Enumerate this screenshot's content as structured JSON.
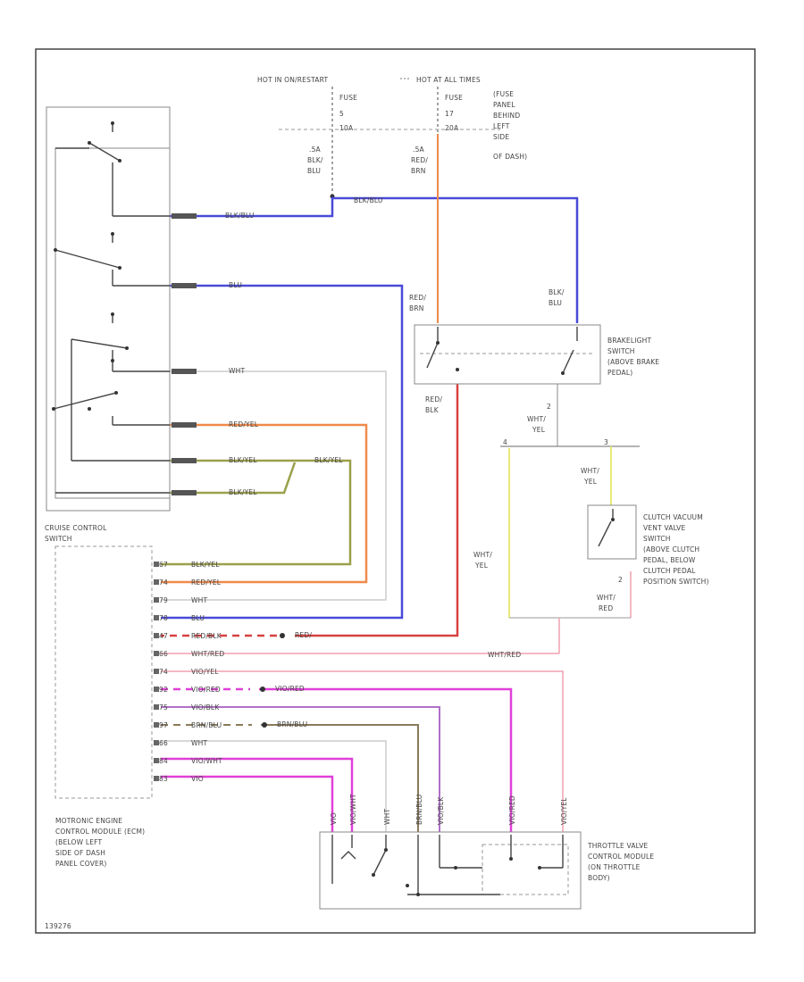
{
  "power": {
    "left_source": "HOT IN ON/RESTART",
    "right_source": "HOT AT ALL TIMES",
    "fuse_a": "FUSE",
    "fuse_a_num": "5",
    "fuse_a_amp": "10A",
    "fuse_b": "FUSE",
    "fuse_b_num": "17",
    "fuse_b_amp": "20A",
    "fuse_panel": [
      "(FUSE",
      "PANEL",
      "BEHIND",
      "LEFT",
      "SIDE",
      "OF DASH)"
    ]
  },
  "wires": {
    "w1_gauge": ".5A",
    "w1_color1": "BLK/",
    "w1_color2": "BLU",
    "w2_gauge": ".5A",
    "w2_color1": "RED/",
    "w2_color2": "BRN",
    "blk_blu": "BLK/BLU",
    "blu": "BLU",
    "wht": "WHT",
    "red_yel": "RED/YEL",
    "blk_yel_1": "BLK/YEL",
    "blk_yel_2": "BLK/YEL",
    "blk_yel_3": "BLK/YEL",
    "pin_label": "2",
    "red_brn_1": "RED/",
    "red_brn_2": "BRN",
    "blk_blu_sw_1": "BLK/",
    "blk_blu_sw_2": "BLU",
    "red_blk_1": "RED/",
    "red_blk_2": "BLK",
    "wht_yel_1": "WHT/",
    "wht_yel_2": "YEL",
    "wht_yel_left_1": "WHT/",
    "wht_yel_left_2": "YEL",
    "wht_yel_right_1": "WHT/",
    "wht_yel_right_2": "YEL",
    "wht_red_1": "WHT/",
    "wht_red_2": "RED",
    "wht_red_long": "WHT/RED",
    "vio_red": "VIO/RED",
    "brn_blu": "BRN/BLU",
    "bus_pin_left": "4",
    "bus_pin_right": "3"
  },
  "switch_labels": {
    "brake": [
      "BRAKELIGHT",
      "SWITCH",
      "(ABOVE BRAKE",
      "PEDAL)"
    ],
    "clutch": [
      "CLUTCH VACUUM",
      "VENT VALVE",
      "SWITCH",
      "(ABOVE CLUTCH",
      "PEDAL, BELOW",
      "CLUTCH PEDAL",
      "POSITION SWITCH)"
    ]
  },
  "cruise": {
    "title_1": "CRUISE CONTROL",
    "title_2": "SWITCH"
  },
  "ecm": {
    "label": [
      "MOTRONIC ENGINE",
      "CONTROL MODULE (ECM)",
      "(BELOW LEFT",
      "SIDE OF DASH",
      "PANEL COVER)"
    ],
    "pins": [
      {
        "pin": "67",
        "color": "BLK/YEL"
      },
      {
        "pin": "74",
        "color": "RED/YEL"
      },
      {
        "pin": "79",
        "color": "WHT"
      },
      {
        "pin": "78",
        "color": "BLU"
      },
      {
        "pin": "47",
        "color": "RED/BLK"
      },
      {
        "pin": "66",
        "color": "WHT/RED"
      },
      {
        "pin": "74",
        "color": "VIO/YEL"
      },
      {
        "pin": "92",
        "color": "VIO/RED"
      },
      {
        "pin": "75",
        "color": "VIO/BLK"
      },
      {
        "pin": "97",
        "color": "BRN/BLU"
      },
      {
        "pin": "66",
        "color": "WHT"
      },
      {
        "pin": "84",
        "color": "VIO/WHT"
      },
      {
        "pin": "83",
        "color": "VIO"
      }
    ]
  },
  "throttle": {
    "label": [
      "THROTTLE VALVE",
      "CONTROL MODULE",
      "(ON THROTTLE",
      "BODY)"
    ],
    "wire_labels": [
      "VIO",
      "VIO/WHT",
      "WHT",
      "BRN/BLU",
      "VIO/BLK",
      "VIO/RED",
      "VIO/YEL"
    ]
  },
  "footer_code": "139276",
  "colors": {
    "blue": "#4a4ad8",
    "orange": "#f08a4b",
    "red": "#d84040",
    "magenta": "#e040d8",
    "olive": "#9aa04a",
    "yellow": "#e8e878",
    "violet": "#b070c8",
    "pink": "#f0a0b0",
    "gray": "#bbbbbb"
  }
}
